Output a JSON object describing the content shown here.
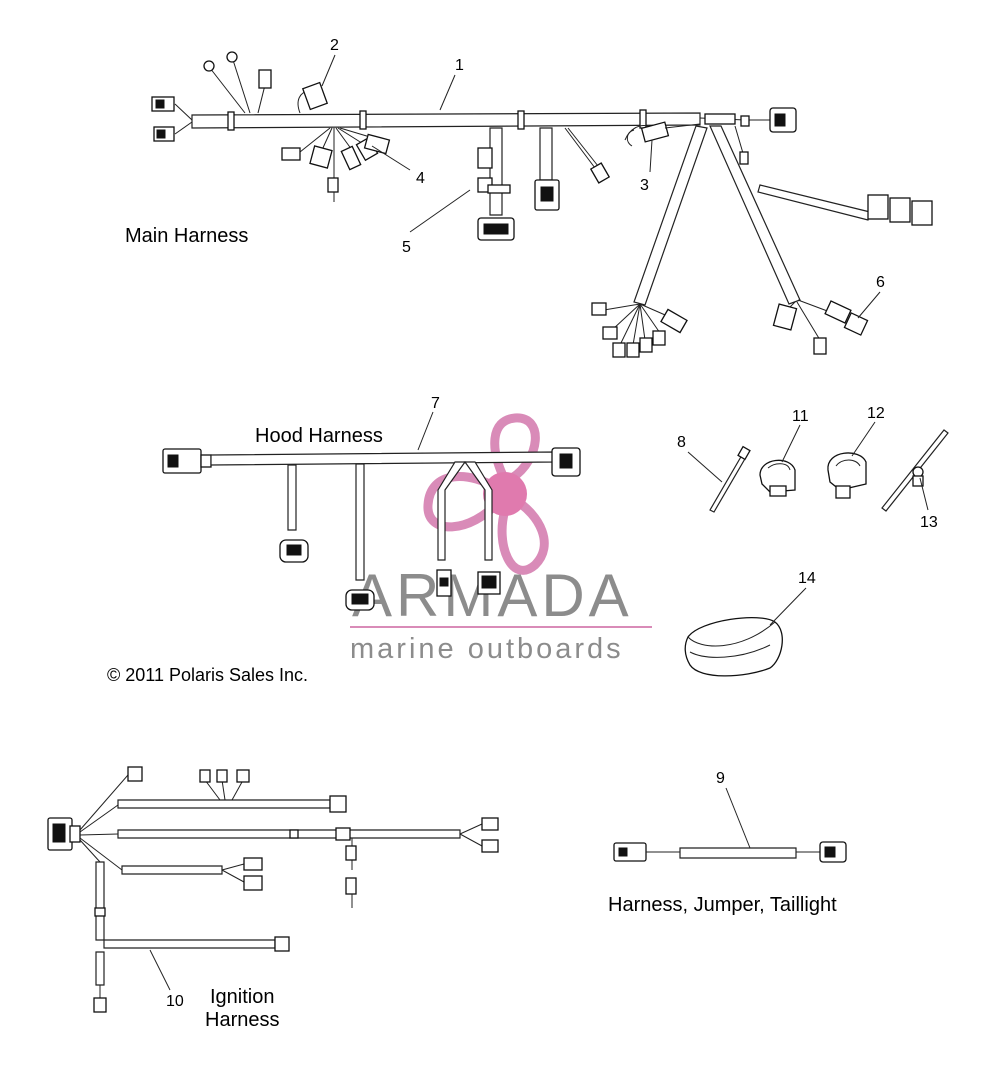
{
  "labels": {
    "main_harness": "Main Harness",
    "hood_harness": "Hood Harness",
    "ignition_line1": "Ignition",
    "ignition_line2": "Harness",
    "jumper": "Harness, Jumper, Taillight",
    "copyright": "© 2011 Polaris Sales Inc."
  },
  "callouts": {
    "c1": "1",
    "c2": "2",
    "c3": "3",
    "c4": "4",
    "c5": "5",
    "c6": "6",
    "c7": "7",
    "c8": "8",
    "c9": "9",
    "c10": "10",
    "c11": "11",
    "c12": "12",
    "c13": "13",
    "c14": "14"
  },
  "watermark": {
    "brand": "ARMADA",
    "tagline": "marine outboards",
    "colors": {
      "logo": "#d98bb8",
      "logo_hub": "#e07aae",
      "text": "#8c8c8c",
      "rule": "#d98bb8"
    }
  },
  "icons": {
    "propeller": "propeller-logo-icon"
  }
}
